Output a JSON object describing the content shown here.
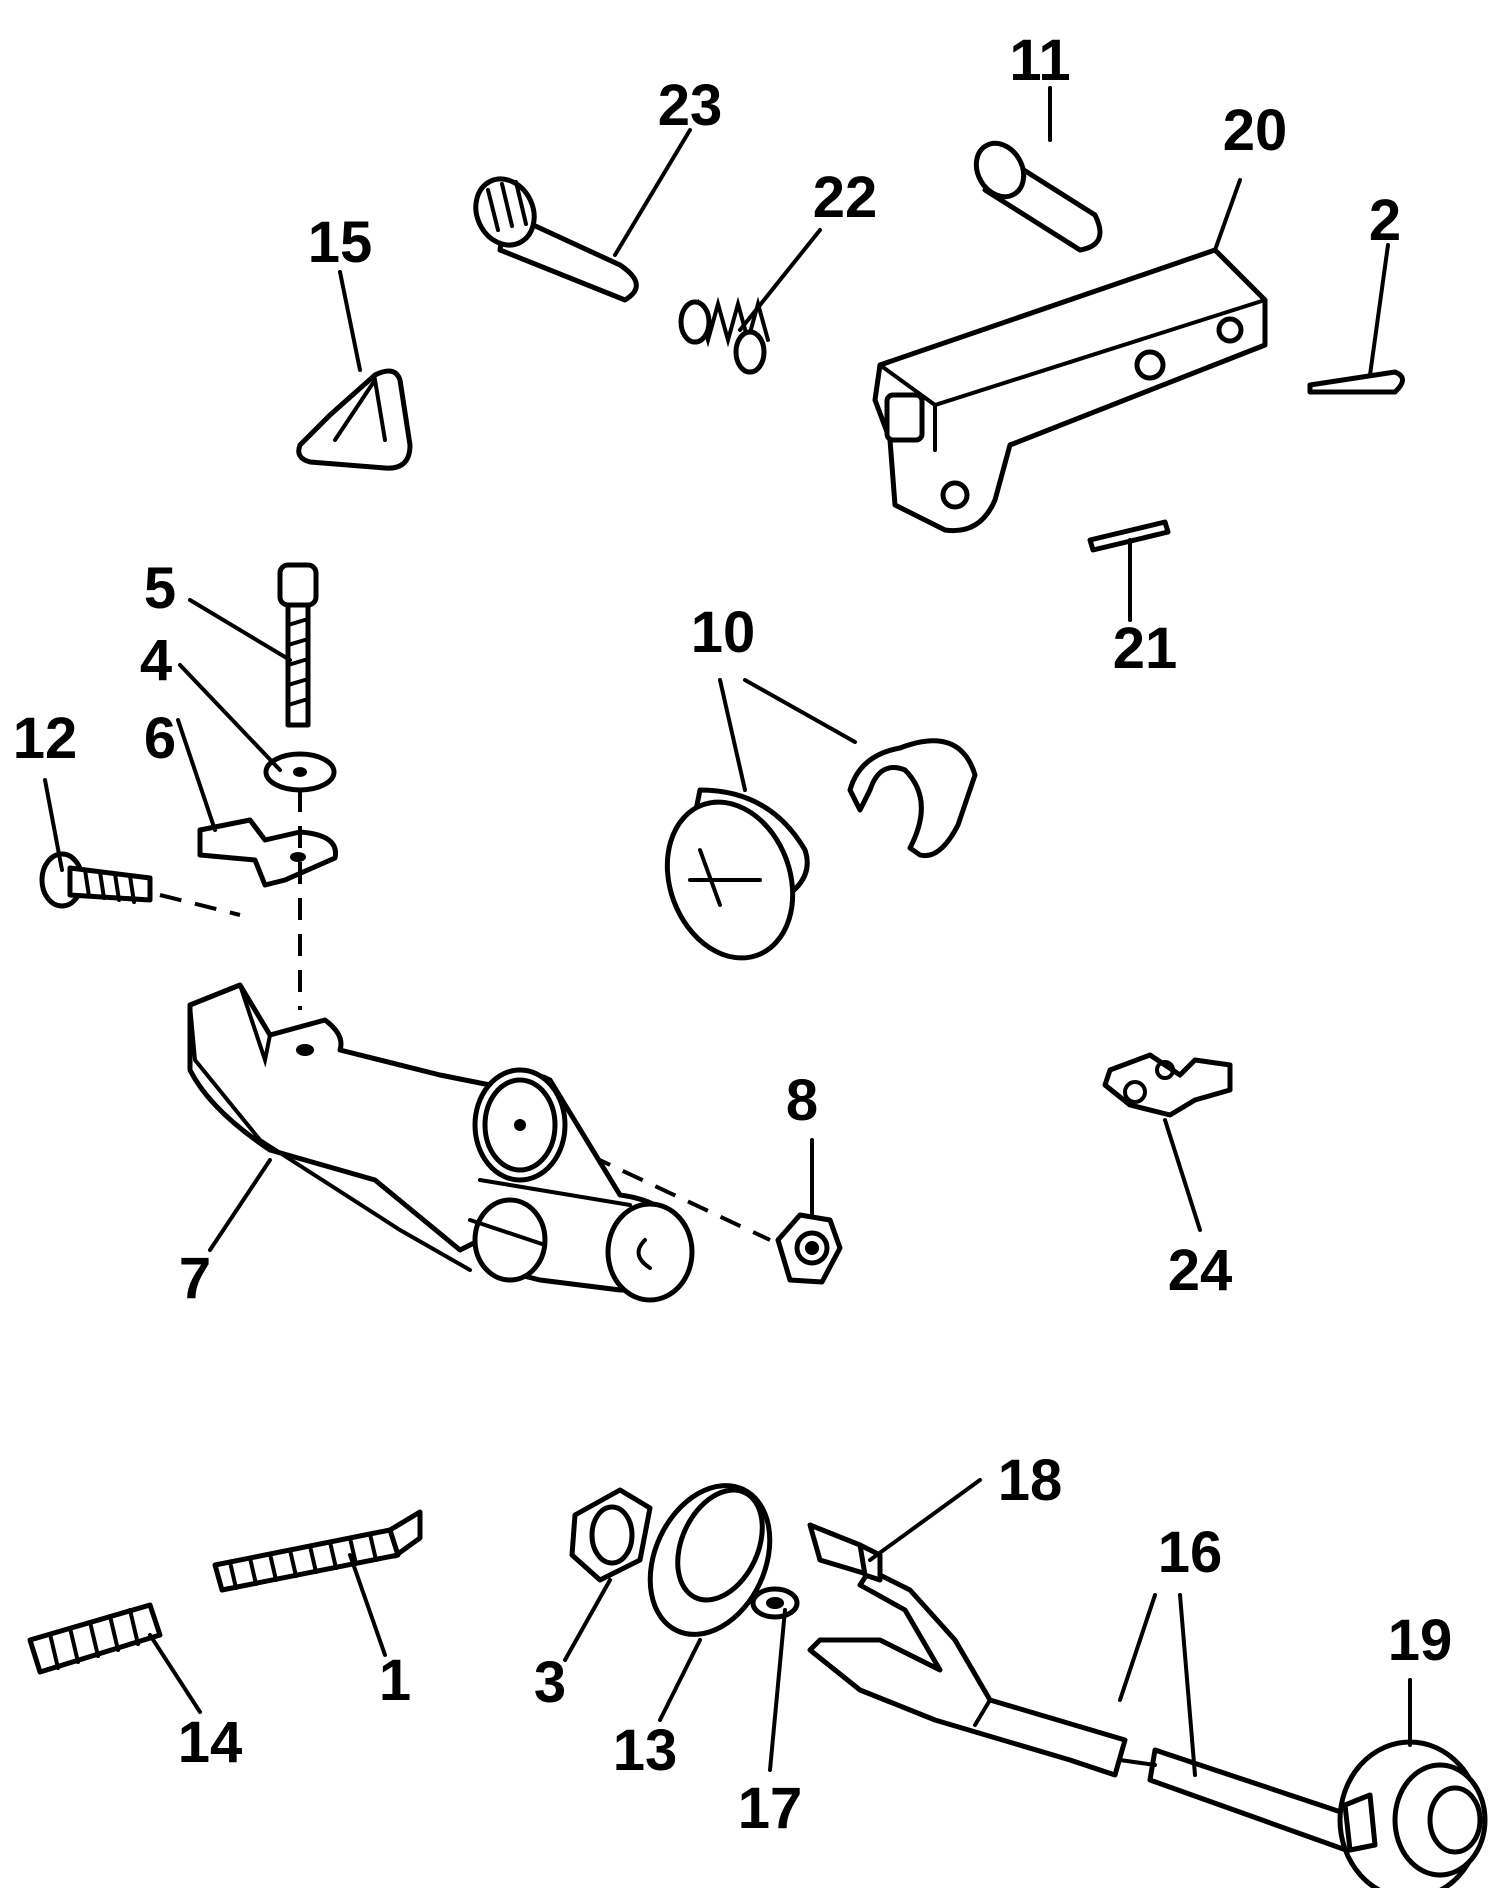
{
  "labels": {
    "p1": "1",
    "p2": "2",
    "p3": "3",
    "p4": "4",
    "p5": "5",
    "p6": "6",
    "p7": "7",
    "p8": "8",
    "p10": "10",
    "p11": "11",
    "p12": "12",
    "p13": "13",
    "p14": "14",
    "p15": "15",
    "p16": "16",
    "p17": "17",
    "p18": "18",
    "p19": "19",
    "p20": "20",
    "p21": "21",
    "p22": "22",
    "p23": "23",
    "p24": "24"
  }
}
